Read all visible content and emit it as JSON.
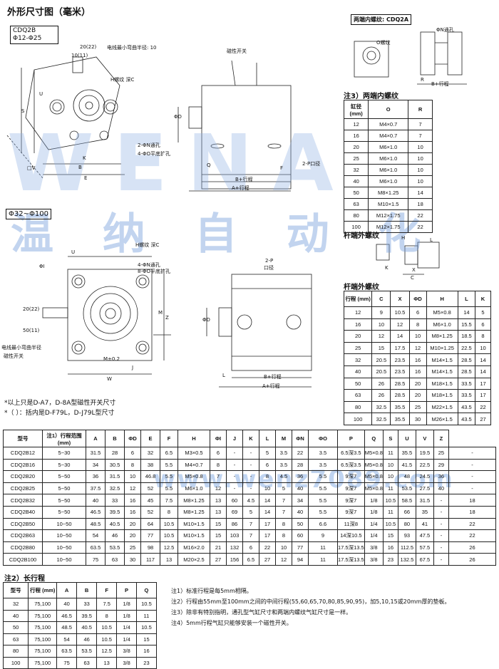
{
  "title": "外形尺寸图（毫米）",
  "top_left": {
    "model": "CDQ2B",
    "bore_range": "Φ12-Φ25"
  },
  "section2": "Φ32~Φ100",
  "top_right_title": "两端内螺纹: CDQ2A",
  "annot": {
    "a20_22": "20(22)",
    "a10_11": "10(11)",
    "bend": "电线最小弯曲半径: 10",
    "h_thread": "H螺纹 深C",
    "switch": "磁性开关",
    "u": "U",
    "s": "S",
    "n_hole": "2-ΦN通孔",
    "o_counter": "4-ΦO平底扩孔",
    "k": "K",
    "b": "B",
    "e": "E",
    "cv": "□V",
    "q": "Q",
    "f": "F",
    "port": "2-P口径",
    "bstroke": "B+行程",
    "astroke": "A+行程",
    "phid": "ΦD",
    "oport": "O螺纹",
    "n_hole_small": "ΦN通孔",
    "r": "R",
    "h_thread2": "H螺纹 深C",
    "n_hole2": "4-ΦN通孔",
    "o_counter2": "8-ΦO平底扩孔",
    "phi_i": "ΦI",
    "mdim": "M",
    "m02": "M±0.2",
    "j": "J",
    "w": "W",
    "z": "Z",
    "a20_22b": "20(22)",
    "a50_11": "50(11)",
    "cable": "电线最小弯曲半径",
    "switch2": "磁性开关",
    "port2": "2-P",
    "port2b": "口径",
    "l": "L",
    "x": "X",
    "c": "C",
    "hh": "H"
  },
  "footnotes": {
    "line1": "*以上只是D-A7，D-8A型磁性开关尺寸",
    "line2": "*（  ）：括内是D-F79L，D-J79L型尺寸"
  },
  "note3": {
    "title": "注3）两端内螺纹",
    "headers": [
      "缸径 (mm)",
      "O",
      "R"
    ],
    "rows": [
      [
        "12",
        "M4×0.7",
        "7"
      ],
      [
        "16",
        "M4×0.7",
        "7"
      ],
      [
        "20",
        "M6×1.0",
        "10"
      ],
      [
        "25",
        "M6×1.0",
        "10"
      ],
      [
        "32",
        "M6×1.0",
        "10"
      ],
      [
        "40",
        "M6×1.0",
        "10"
      ],
      [
        "50",
        "M8×1.25",
        "14"
      ],
      [
        "63",
        "M10×1.5",
        "18"
      ],
      [
        "80",
        "M12×1.75",
        "22"
      ],
      [
        "100",
        "M12×1.75",
        "22"
      ]
    ]
  },
  "rod_title1": "杆端外螺纹",
  "rod_title2": "杆端外螺纹",
  "rod": {
    "headers": [
      "行程 (mm)",
      "C",
      "X",
      "ΦD",
      "H",
      "L",
      "K"
    ],
    "rows": [
      [
        "12",
        "9",
        "10.5",
        "6",
        "M5×0.8",
        "14",
        "5"
      ],
      [
        "16",
        "10",
        "12",
        "8",
        "M6×1.0",
        "15.5",
        "6"
      ],
      [
        "20",
        "12",
        "14",
        "10",
        "M8×1.25",
        "18.5",
        "8"
      ],
      [
        "25",
        "15",
        "17.5",
        "12",
        "M10×1.25",
        "22.5",
        "10"
      ],
      [
        "32",
        "20.5",
        "23.5",
        "16",
        "M14×1.5",
        "28.5",
        "14"
      ],
      [
        "40",
        "20.5",
        "23.5",
        "16",
        "M14×1.5",
        "28.5",
        "14"
      ],
      [
        "50",
        "26",
        "28.5",
        "20",
        "M18×1.5",
        "33.5",
        "17"
      ],
      [
        "63",
        "26",
        "28.5",
        "20",
        "M18×1.5",
        "33.5",
        "17"
      ],
      [
        "80",
        "32.5",
        "35.5",
        "25",
        "M22×1.5",
        "43.5",
        "22"
      ],
      [
        "100",
        "32.5",
        "35.5",
        "30",
        "M26×1.5",
        "43.5",
        "27"
      ]
    ]
  },
  "main": {
    "headers": [
      "型号",
      "注1）行程范围 (mm)",
      "A",
      "B",
      "ΦD",
      "E",
      "F",
      "H",
      "ΦI",
      "J",
      "K",
      "L",
      "M",
      "ΦN",
      "ΦO",
      "P",
      "Q",
      "S",
      "U",
      "V",
      "Z"
    ],
    "rows": [
      [
        "CDQ2B12",
        "5~30",
        "31.5",
        "28",
        "6",
        "32",
        "6.5",
        "M3×0.5",
        "6",
        "-",
        "-",
        "5",
        "3.5",
        "22",
        "3.5",
        "6.5深3.5",
        "M5×0.8",
        "11",
        "35.5",
        "19.5",
        "25",
        "-"
      ],
      [
        "CDQ2B16",
        "5~30",
        "34",
        "30.5",
        "8",
        "38",
        "5.5",
        "M4×0.7",
        "8",
        "-",
        "-",
        "6",
        "3.5",
        "28",
        "3.5",
        "6.5深3.5",
        "M5×0.8",
        "10",
        "41.5",
        "22.5",
        "29",
        "-"
      ],
      [
        "CDQ2B20",
        "5~50",
        "36",
        "31.5",
        "10",
        "46.8",
        "5.5",
        "M5×0.8",
        "7",
        "-",
        "-",
        "8",
        "4.5",
        "36",
        "5.5",
        "9深7",
        "M5×0.8",
        "10",
        "48",
        "24.5",
        "36",
        "-"
      ],
      [
        "CDQ2B25",
        "5~50",
        "37.5",
        "32.5",
        "12",
        "52",
        "5.5",
        "M6×1.0",
        "12",
        "-",
        "-",
        "10",
        "5",
        "40",
        "5.5",
        "9深7",
        "M5×0.8",
        "11",
        "53.5",
        "27.5",
        "40",
        "-"
      ],
      [
        "CDQ2B32",
        "5~50",
        "40",
        "33",
        "16",
        "45",
        "7.5",
        "M8×1.25",
        "13",
        "60",
        "4.5",
        "14",
        "7",
        "34",
        "5.5",
        "9深7",
        "1/8",
        "10.5",
        "58.5",
        "31.5",
        "-",
        "18"
      ],
      [
        "CDQ2B40",
        "5~50",
        "46.5",
        "39.5",
        "16",
        "52",
        "8",
        "M8×1.25",
        "13",
        "69",
        "5",
        "14",
        "7",
        "40",
        "5.5",
        "9深7",
        "1/8",
        "11",
        "66",
        "35",
        "-",
        "18"
      ],
      [
        "CDQ2B50",
        "10~50",
        "48.5",
        "40.5",
        "20",
        "64",
        "10.5",
        "M10×1.5",
        "15",
        "86",
        "7",
        "17",
        "8",
        "50",
        "6.6",
        "11深8",
        "1/4",
        "10.5",
        "80",
        "41",
        "-",
        "22"
      ],
      [
        "CDQ2B63",
        "10~50",
        "54",
        "46",
        "20",
        "77",
        "10.5",
        "M10×1.5",
        "15",
        "103",
        "7",
        "17",
        "8",
        "60",
        "9",
        "14深10.5",
        "1/4",
        "15",
        "93",
        "47.5",
        "-",
        "22"
      ],
      [
        "CDQ2B80",
        "10~50",
        "63.5",
        "53.5",
        "25",
        "98",
        "12.5",
        "M16×2.0",
        "21",
        "132",
        "6",
        "22",
        "10",
        "77",
        "11",
        "17.5深13.5",
        "3/8",
        "16",
        "112.5",
        "57.5",
        "-",
        "26"
      ],
      [
        "CDQ2B100",
        "10~50",
        "75",
        "63",
        "30",
        "117",
        "13",
        "M20×2.5",
        "27",
        "156",
        "6.5",
        "27",
        "12",
        "94",
        "11",
        "17.5深13.5",
        "3/8",
        "23",
        "132.5",
        "67.5",
        "-",
        "26"
      ]
    ]
  },
  "note2": {
    "title": "注2）长行程",
    "headers": [
      "型号",
      "行程 (mm)",
      "A",
      "B",
      "F",
      "P",
      "Q"
    ],
    "rows": [
      [
        "32",
        "75,100",
        "40",
        "33",
        "7.5",
        "1/8",
        "10.5"
      ],
      [
        "40",
        "75,100",
        "46.5",
        "39.5",
        "8",
        "1/8",
        "11"
      ],
      [
        "50",
        "75,100",
        "48.5",
        "40.5",
        "10.5",
        "1/4",
        "10.5"
      ],
      [
        "63",
        "75,100",
        "54",
        "46",
        "10.5",
        "1/4",
        "15"
      ],
      [
        "80",
        "75,100",
        "63.5",
        "53.5",
        "12.5",
        "3/8",
        "16"
      ],
      [
        "100",
        "75,100",
        "75",
        "63",
        "13",
        "3/8",
        "23"
      ]
    ]
  },
  "notes": [
    "注1）标准行程是每5mm相隔。",
    "注2）行程由55mm至100mm之间的中间行程(55,60,65,70,80,85,90,95)，加5,10,15或20mm厚的垫板。",
    "注3）除非有特别指明，通孔型气缸尺寸和两端内螺纹气缸尺寸是一样。",
    "注4）5mm行程气缸只能够安装一个磁性开关。"
  ],
  "watermark": {
    "logo": "WENA",
    "cn": "温 纳 自 动 化",
    "url": "www.wenz7089.com"
  }
}
